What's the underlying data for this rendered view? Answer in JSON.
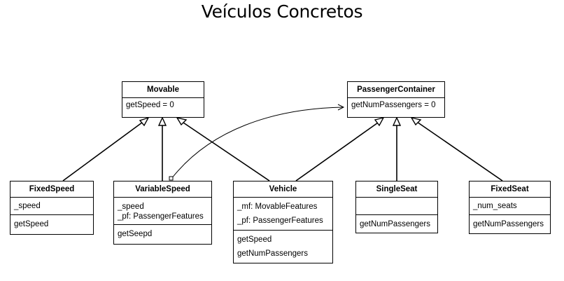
{
  "title": "Veículos Concretos",
  "classes": {
    "movable": {
      "name": "Movable",
      "methods": [
        "getSpeed = 0"
      ]
    },
    "passenger_container": {
      "name": "PassengerContainer",
      "methods": [
        "getNumPassengers = 0"
      ]
    },
    "fixed_speed": {
      "name": "FixedSpeed",
      "attributes": [
        "_speed"
      ],
      "methods": [
        "getSpeed"
      ]
    },
    "variable_speed": {
      "name": "VariableSpeed",
      "attributes": [
        "_speed",
        "_pf: PassengerFeatures"
      ],
      "methods": [
        "getSeepd"
      ]
    },
    "vehicle": {
      "name": "Vehicle",
      "attributes": [
        "_mf: MovableFeatures",
        "_pf: PassengerFeatures"
      ],
      "methods": [
        "getSpeed",
        "getNumPassengers"
      ]
    },
    "single_seat": {
      "name": "SingleSeat",
      "attributes": [],
      "methods": [
        "getNumPassengers"
      ]
    },
    "fixed_seat": {
      "name": "FixedSeat",
      "attributes": [
        "_num_seats"
      ],
      "methods": [
        "getNumPassengers"
      ]
    }
  }
}
